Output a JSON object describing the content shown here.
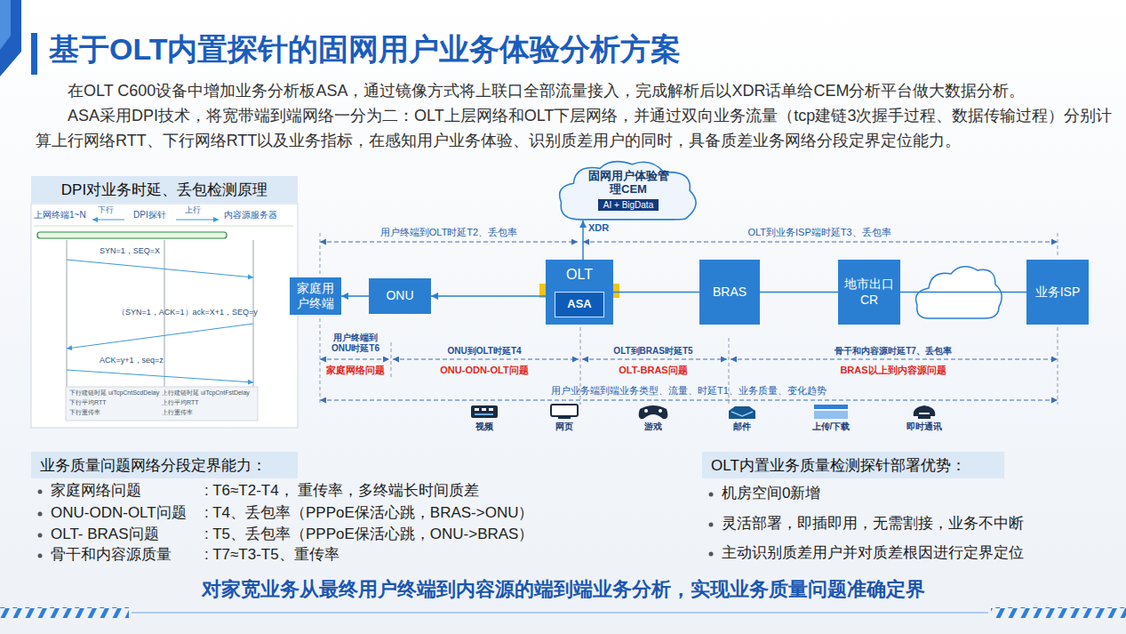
{
  "diagram": {
    "title": "基于OLT内置探针的固网用户业务体验分析方案",
    "caption": "对家宽业务从最终用户终端到内容源的端到端业务分析，实现业务质量问题准确定界",
    "nodes": [
      {
        "text": [
          "DPI对业务时延、丢包检测原理"
        ]
      },
      {
        "text": [
          "固网用户体验管理CEM",
          "AI + BigData"
        ]
      },
      {
        "text": [
          "家庭用户终端"
        ]
      },
      {
        "text": [
          "ONU"
        ]
      },
      {
        "text": [
          "OLT"
        ]
      },
      {
        "text": [
          "ASA"
        ],
        "in": 4
      },
      {
        "text": [
          "BRAS"
        ]
      },
      {
        "text": [
          "地市出口CR"
        ]
      },
      {
        "text": [
          "业务ISP"
        ]
      },
      {
        "text": [
          "业务质量问题网络分段定界能力："
        ]
      },
      {
        "text": [
          "OLT内置业务质量检测探针部署优势："
        ]
      }
    ],
    "edges": [
      {
        "from": 3,
        "to": 2,
        "arrow": "to"
      },
      {
        "from": 4,
        "to": 3,
        "arrow": "to"
      },
      {
        "from": 6,
        "to": 4,
        "arrow": "none"
      },
      {
        "from": 7,
        "to": 6,
        "arrow": "none"
      },
      {
        "from": 8,
        "to": 7,
        "arrow": "none"
      },
      {
        "from": 4,
        "to": 1,
        "label": "XDR",
        "arrow": "to"
      }
    ],
    "labels": [
      "在OLT C600设备中增加业务分析板ASA，通过镜像方式将上联口全部流量接入，完成解析后以XDR话单给CEM分析平台做大数据分析。",
      "ASA采用DPI技术，将宽带端到端网络一分为二：OLT上层网络和OLT下层网络，并通过双向业务流量（tcp建链3次握手过程、数据传输过程）分别计算上行网络RTT、下行网络RTT以及业务指标，在感知用户业务体验、识别质差用户的同时，具备质差业务网络分段定界定位能力。",
      "上网终端1~N",
      "下行",
      "DPI探针",
      "上行",
      "内容源服务器",
      "SYN=1，SEQ=X",
      "（SYN=1，ACK=1）ack=X+1，SEQ=y",
      "ACK=y+1，seq=z",
      "下行建链时延 uiTcpCntScdDelay",
      "下行平均RTT",
      "下行重传率",
      "上行建链时延 uiTcpCntFstDelay",
      "上行平均RTT",
      "上行重传率",
      "用户终端到OLT时延T2、丢包率",
      "OLT到业务ISP端时延T3、丢包率",
      "用户终端到ONU时延T6",
      "ONU到OLT时延T4",
      "OLT到BRAS时延T5",
      "骨干和内容源时延T7、丢包率",
      "家庭网络问题",
      "ONU-ODN-OLT问题",
      "OLT-BRAS问题",
      "BRAS以上到内容源问题",
      "用户业务端到端业务类型、流量、时延T1、业务质量、变化趋势",
      "视频",
      "网页",
      "游戏",
      "邮件",
      "上传/下载",
      "即时通讯",
      "家庭网络问题",
      ": T6≈T2-T4，  重传率，多终端长时间质差",
      "ONU-ODN-OLT问题",
      ": T4、丢包率（PPPoE保活心跳，BRAS->ONU）",
      "OLT- BRAS问题",
      ": T5、丢包率（PPPoE保活心跳，ONU->BRAS）",
      "骨干和内容源质量",
      ": T7≈T3-T5、重传率",
      "机房空间0新增",
      "灵活部署，即插即用，无需割接，业务不中断",
      "主动识别质差用户并对质差根因进行定界定位"
    ]
  }
}
